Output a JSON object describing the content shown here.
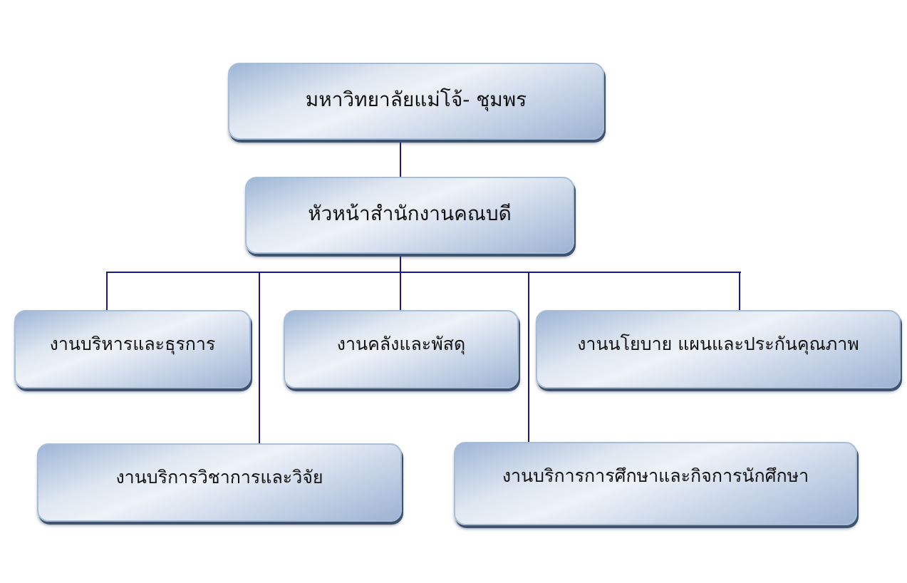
{
  "org_chart": {
    "root": "มหาวิทยาลัยแม่โจ้- ชุมพร",
    "head": "หัวหน้าสำนักงานคณบดี",
    "units": [
      "งานบริหารและธุรการ",
      "งานคลังและพัสดุ",
      "งานนโยบาย แผนและประกันคุณภาพ",
      "งานบริการวิชาการและวิจัย",
      "งานบริการการศึกษาและกิจการนักศึกษา"
    ]
  },
  "colors": {
    "connector": "#1a1a8c",
    "box_fill": "#dfe7f1",
    "box_shadow": "#3d5370"
  }
}
